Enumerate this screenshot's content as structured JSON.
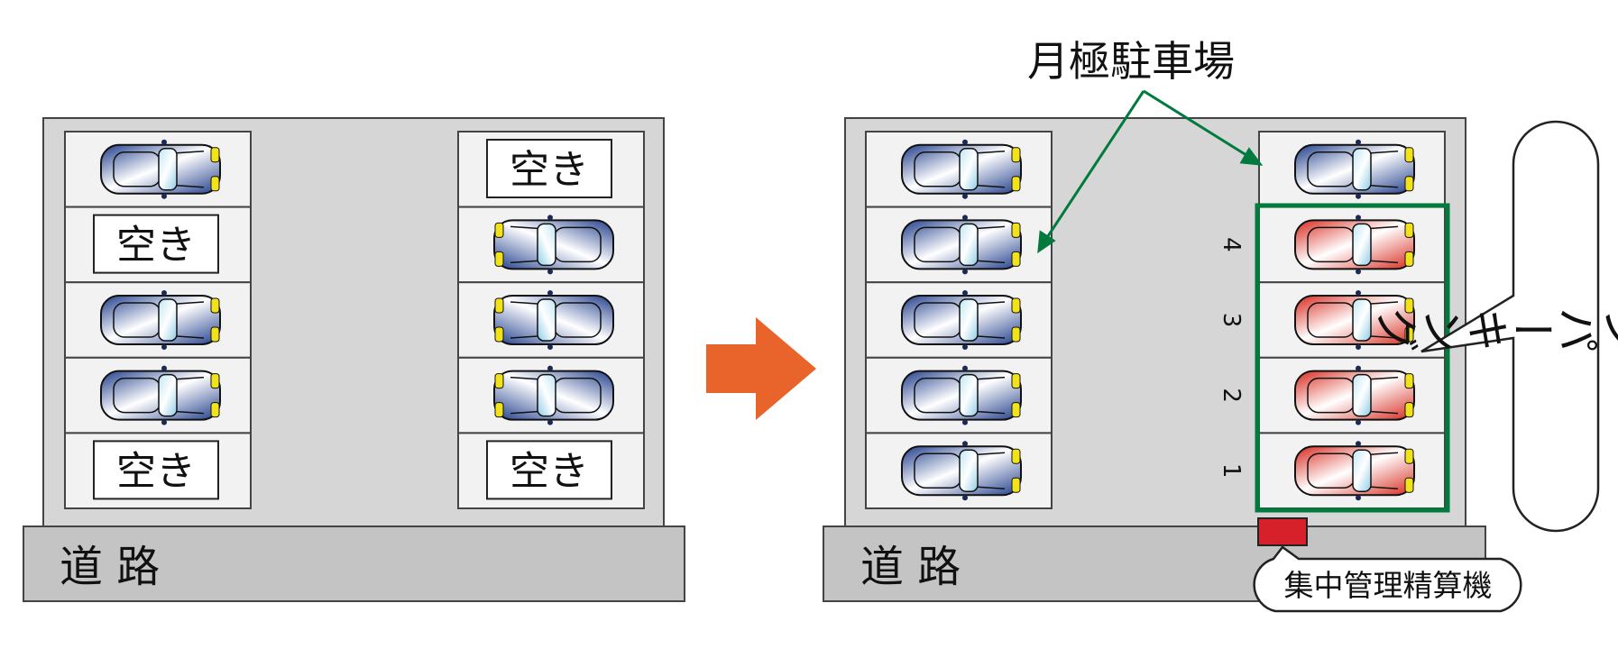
{
  "road_label": "道 路",
  "vacant_label": "空き",
  "monthly_parking_label": "月極駐車場",
  "coin_parking_label": "コインパーキング",
  "payment_machine_label": "集中管理精算機",
  "space_numbers": [
    "4",
    "3",
    "2",
    "1"
  ],
  "before": {
    "left_column": [
      "car",
      "vacant",
      "car",
      "car",
      "vacant"
    ],
    "right_column": [
      "vacant",
      "car",
      "car",
      "car",
      "vacant"
    ]
  },
  "after": {
    "left_column": [
      "car",
      "car",
      "car",
      "car",
      "car"
    ],
    "right_column": [
      "monthly",
      "coin",
      "coin",
      "coin",
      "coin"
    ]
  },
  "colors": {
    "lot_fill": "#d6d6d6",
    "road_fill": "#c4c4c4",
    "space_fill": "#f2f2f2",
    "car_blue": "#1f3f8f",
    "car_red": "#d8281c",
    "arrow_orange": "#e8642a",
    "callout_green": "#007a3d",
    "machine_red": "#d6202a"
  }
}
